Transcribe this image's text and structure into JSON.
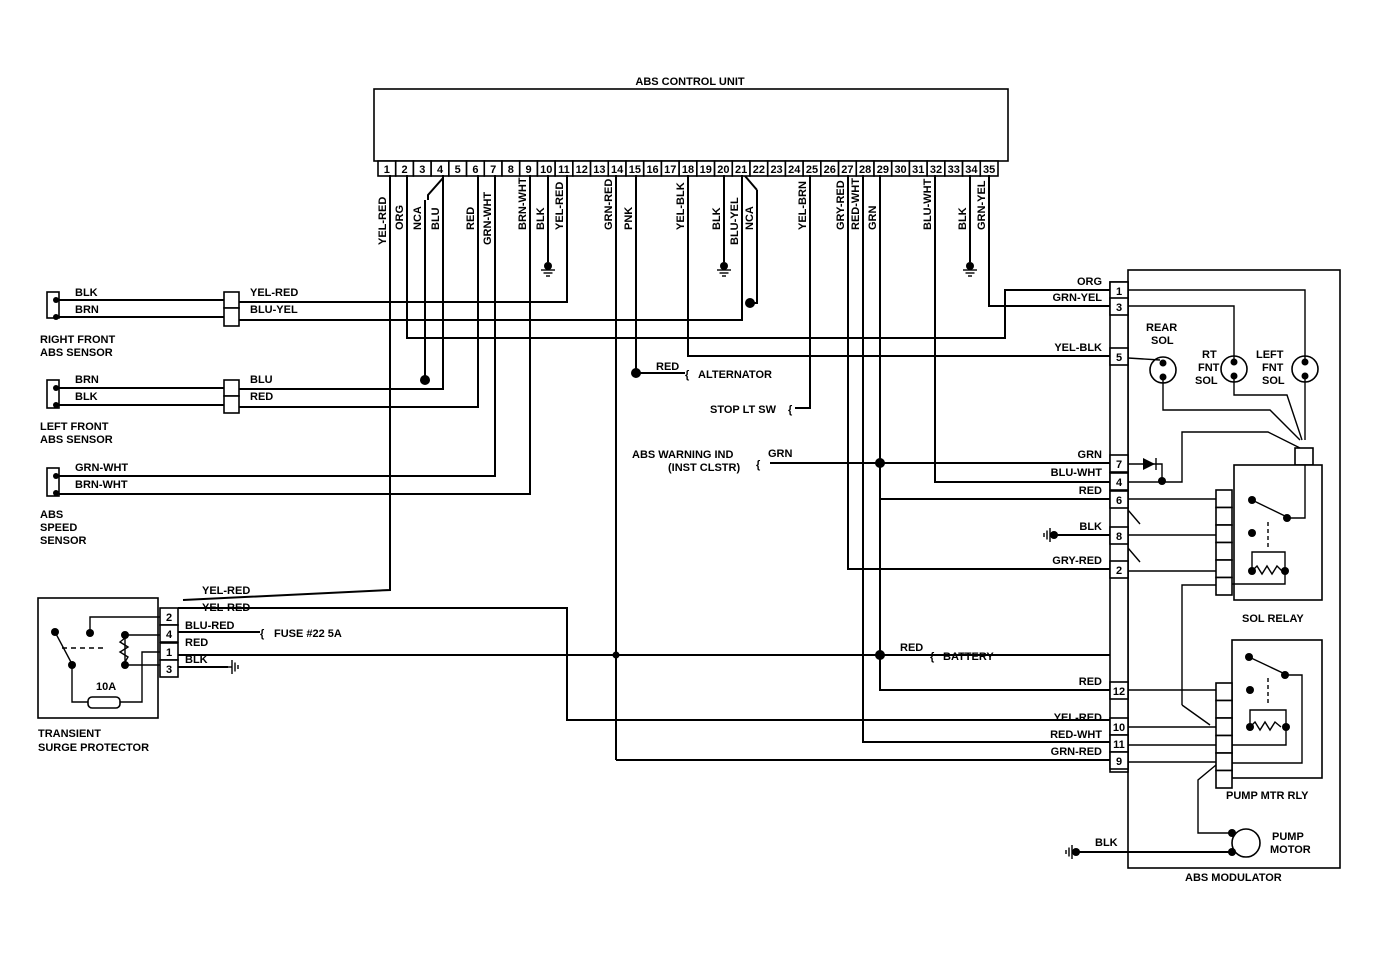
{
  "control_unit": {
    "title": "ABS CONTROL UNIT",
    "pins": [
      "1",
      "2",
      "3",
      "4",
      "5",
      "6",
      "7",
      "8",
      "9",
      "10",
      "11",
      "12",
      "13",
      "14",
      "15",
      "16",
      "17",
      "18",
      "19",
      "20",
      "21",
      "22",
      "23",
      "24",
      "25",
      "26",
      "27",
      "28",
      "29",
      "30",
      "31",
      "32",
      "33",
      "34",
      "35"
    ],
    "wires": [
      {
        "pin": 1,
        "color": "YEL-RED"
      },
      {
        "pin": 2,
        "color": "ORG"
      },
      {
        "pin": 3,
        "color": "NCA"
      },
      {
        "pin": 4,
        "color": "BLU"
      },
      {
        "pin": 6,
        "color": "RED"
      },
      {
        "pin": 7,
        "color": "GRN-WHT"
      },
      {
        "pin": 8,
        "color": "BRN-WHT"
      },
      {
        "pin": 9,
        "color": "BLK"
      },
      {
        "pin": 10,
        "color": "YEL-RED"
      },
      {
        "pin": 13,
        "color": "GRN-RED"
      },
      {
        "pin": 14,
        "color": "PNK"
      },
      {
        "pin": 17,
        "color": "YEL-BLK"
      },
      {
        "pin": 19,
        "color": "BLK"
      },
      {
        "pin": 20,
        "color": "BLU-YEL"
      },
      {
        "pin": 21,
        "color": "NCA"
      },
      {
        "pin": 24,
        "color": "YEL-BRN"
      },
      {
        "pin": 26,
        "color": "GRY-RED"
      },
      {
        "pin": 27,
        "color": "RED-WHT"
      },
      {
        "pin": 28,
        "color": "GRN"
      },
      {
        "pin": 31,
        "color": "BLU-WHT"
      },
      {
        "pin": 33,
        "color": "BLK"
      },
      {
        "pin": 34,
        "color": "GRN-YEL"
      }
    ]
  },
  "right_front_sensor": {
    "label_1": "RIGHT FRONT",
    "label_2": "ABS SENSOR",
    "wire_a": "BLK",
    "wire_b": "BRN",
    "harness_a": "YEL-RED",
    "harness_b": "BLU-YEL"
  },
  "left_front_sensor": {
    "label_1": "LEFT FRONT",
    "label_2": "ABS SENSOR",
    "wire_a": "BRN",
    "wire_b": "BLK",
    "harness_a": "BLU",
    "harness_b": "RED"
  },
  "speed_sensor": {
    "label_1": "ABS",
    "label_2": "SPEED",
    "label_3": "SENSOR",
    "wire_a": "GRN-WHT",
    "wire_b": "BRN-WHT"
  },
  "surge_protector": {
    "label_1": "TRANSIENT",
    "label_2": "SURGE PROTECTOR",
    "fuse": "10A",
    "pins": [
      "2",
      "4",
      "1",
      "3"
    ],
    "wire_in": "YEL-RED",
    "wire_2": "YEL-RED",
    "wire_4": "BLU-RED",
    "wire_1": "RED",
    "wire_3": "BLK"
  },
  "connections": {
    "fuse": "FUSE #22 5A",
    "battery": "BATTERY",
    "battery_wire": "RED",
    "alternator": "ALTERNATOR",
    "alternator_wire": "RED",
    "stop_lt_sw": "STOP LT SW",
    "warning_1": "ABS WARNING IND",
    "warning_2": "(INST CLSTR)",
    "warning_wire": "GRN"
  },
  "modulator": {
    "title": "ABS MODULATOR",
    "pins": [
      {
        "pin": "1",
        "wire": "ORG"
      },
      {
        "pin": "3",
        "wire": "GRN-YEL"
      },
      {
        "pin": "5",
        "wire": "YEL-BLK"
      },
      {
        "pin": "7",
        "wire": "GRN"
      },
      {
        "pin": "4",
        "wire": "BLU-WHT"
      },
      {
        "pin": "6",
        "wire": "RED"
      },
      {
        "pin": "8",
        "wire": "BLK"
      },
      {
        "pin": "2",
        "wire": "GRY-RED"
      },
      {
        "pin": "12",
        "wire": "RED"
      },
      {
        "pin": "10",
        "wire": "YEL-RED"
      },
      {
        "pin": "11",
        "wire": "RED-WHT"
      },
      {
        "pin": "9",
        "wire": "GRN-RED"
      }
    ],
    "rear_sol_1": "REAR",
    "rear_sol_2": "SOL",
    "rt_sol_1": "RT",
    "rt_sol_2": "FNT",
    "rt_sol_3": "SOL",
    "lf_sol_1": "LEFT",
    "lf_sol_2": "FNT",
    "lf_sol_3": "SOL",
    "sol_relay": "SOL RELAY",
    "pump_relay": "PUMP MTR RLY",
    "pump_motor_1": "PUMP",
    "pump_motor_2": "MOTOR",
    "pump_ground_wire": "BLK"
  }
}
